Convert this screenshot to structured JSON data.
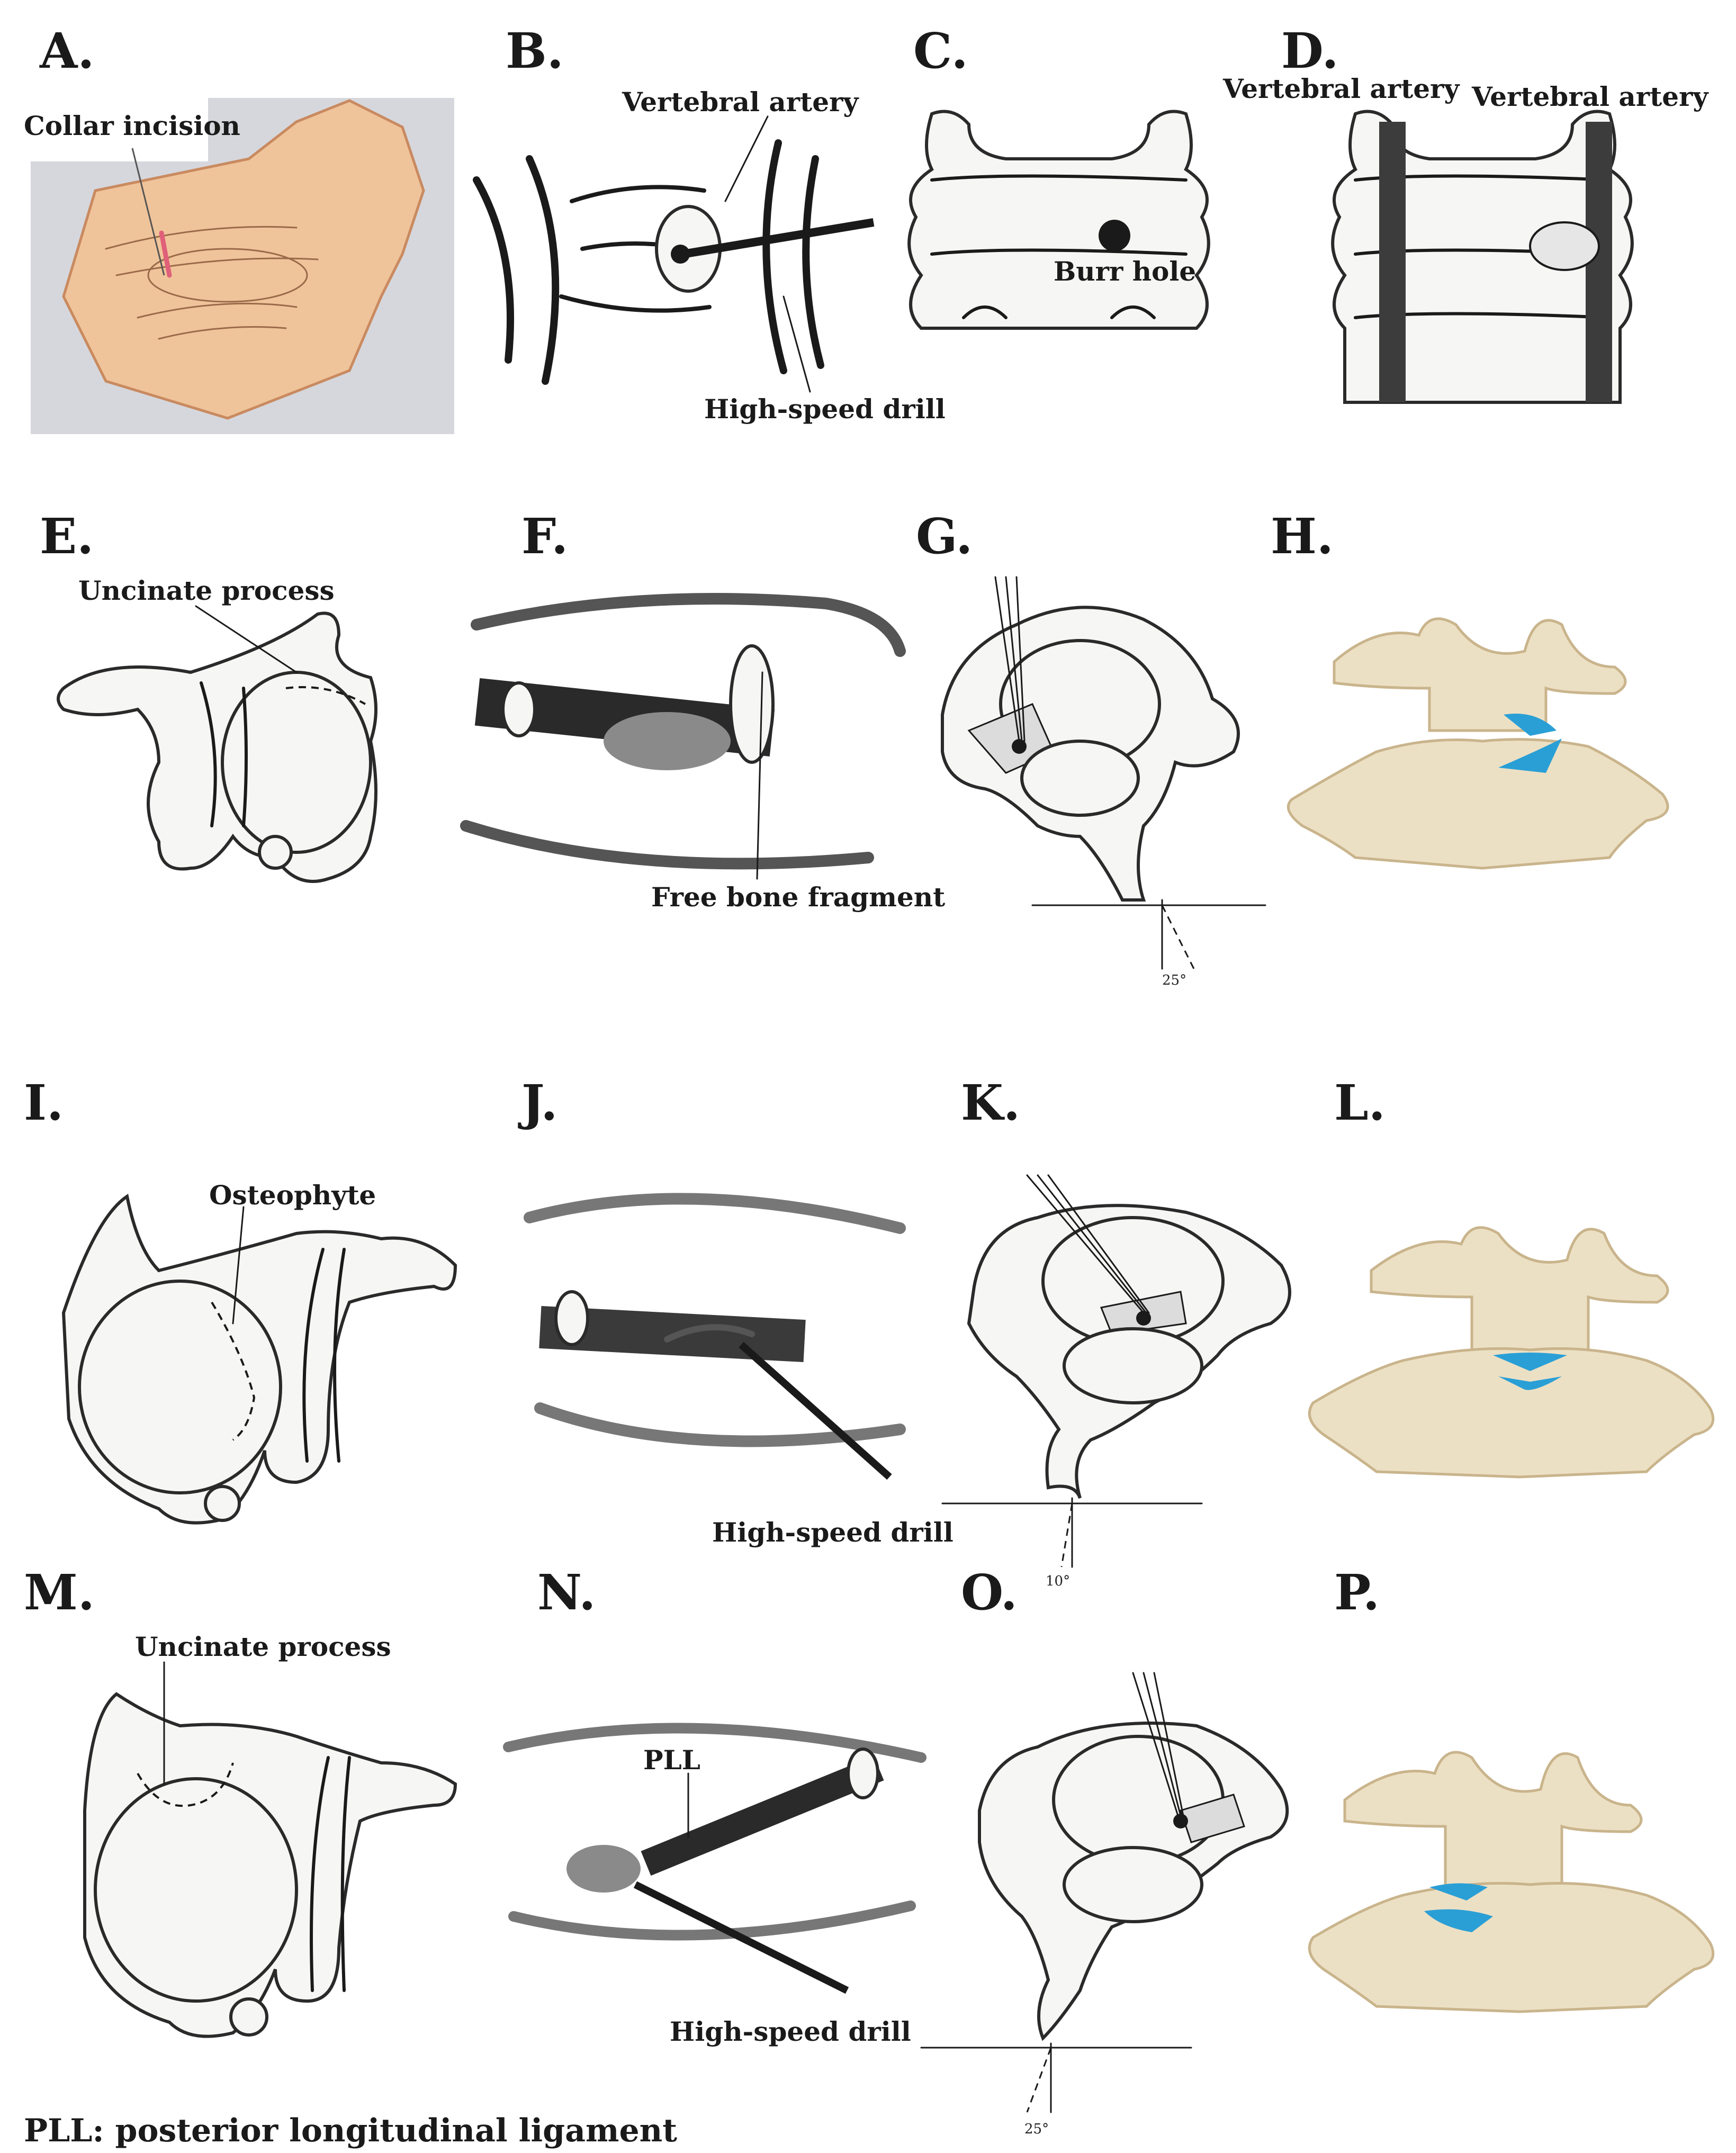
{
  "panels": [
    {
      "letter": "A.",
      "labels": [
        "Collar incision"
      ]
    },
    {
      "letter": "B.",
      "labels": [
        "Vertebral artery",
        "High-speed drill"
      ]
    },
    {
      "letter": "C.",
      "labels": [
        "Burr hole"
      ]
    },
    {
      "letter": "D.",
      "labels": [
        "Vertebral artery",
        "Vertebral artery"
      ]
    },
    {
      "letter": "E.",
      "labels": [
        "Uncinate process"
      ]
    },
    {
      "letter": "F.",
      "labels": [
        "Free bone fragment"
      ]
    },
    {
      "letter": "G.",
      "labels": [],
      "angle_label": "25°"
    },
    {
      "letter": "H.",
      "labels": []
    },
    {
      "letter": "I.",
      "labels": [
        "Osteophyte"
      ]
    },
    {
      "letter": "J.",
      "labels": [
        "High-speed drill"
      ]
    },
    {
      "letter": "K.",
      "labels": [],
      "angle_label": "10°"
    },
    {
      "letter": "L.",
      "labels": []
    },
    {
      "letter": "M.",
      "labels": [
        "Uncinate process"
      ]
    },
    {
      "letter": "N.",
      "labels": [
        "PLL",
        "High-speed drill"
      ]
    },
    {
      "letter": "O.",
      "labels": [],
      "angle_label": "25°"
    },
    {
      "letter": "P.",
      "labels": []
    }
  ],
  "footnote": "PLL: posterior longitudinal ligament",
  "colors": {
    "highlight": "#2a9fd6",
    "bone_tan": "#ece0c4",
    "skin_photo": "#f0c49a",
    "incision": "#e0607a"
  }
}
